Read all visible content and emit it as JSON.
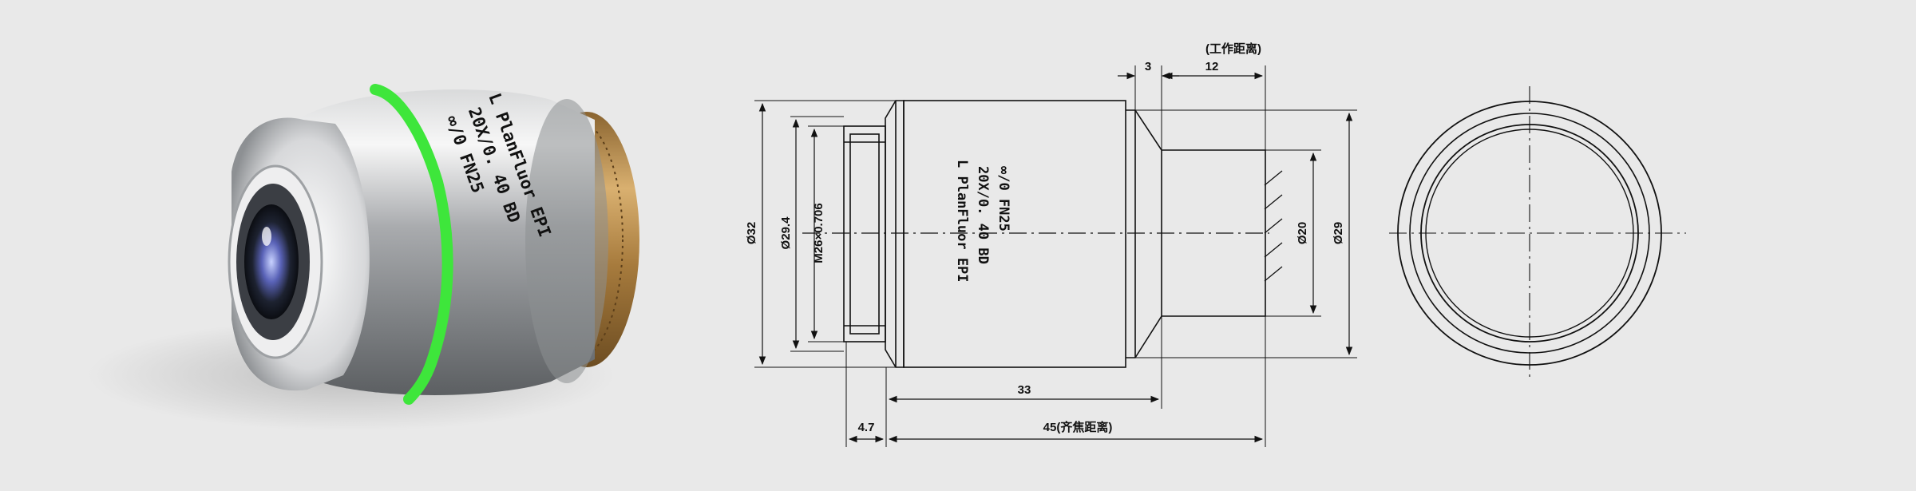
{
  "engraving": {
    "line1": "L PlanFluor EPI",
    "line2": "20X/0. 40 BD",
    "line3": "∞/0 FN25"
  },
  "dimensions": {
    "working_distance_title": "(工作距离)",
    "top_3": "3",
    "top_12": "12",
    "bottom_33": "33",
    "bottom_4_7": "4.7",
    "bottom_45": "45(齐焦距离)",
    "dia_32": "Ø32",
    "dia_29_4": "Ø29.4",
    "thread": "M26×0.706",
    "dia_20": "Ø20",
    "dia_29": "Ø29"
  },
  "colors": {
    "background": "#e9e9e9",
    "ink": "#111111",
    "accent_ring": "#3ee63b",
    "brass": "#b8894a"
  }
}
